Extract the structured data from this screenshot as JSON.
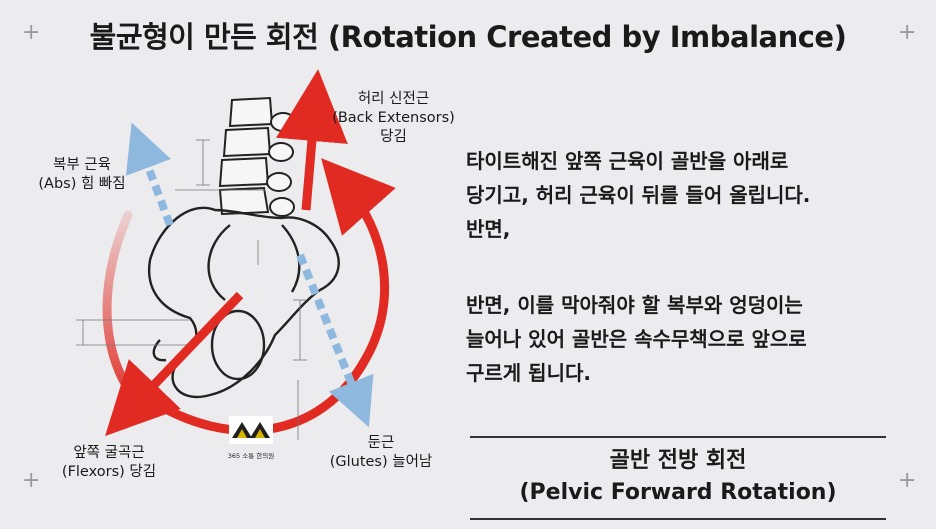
{
  "title": "불균형이 만든 회전 (Rotation Created by Imbalance)",
  "labels": {
    "back_extensors": [
      "허리 신전근",
      "(Back Extensors)",
      "당김"
    ],
    "abs": [
      "복부 근육",
      "(Abs) 힘 빠짐"
    ],
    "flexors": [
      "앞쪽 굴곡근",
      "(Flexors) 당김"
    ],
    "glutes": [
      "둔근",
      "(Glutes) 늘어남"
    ]
  },
  "paragraphs": {
    "p1": [
      "타이트해진 앞쪽 근육이 골반을 아래로",
      "당기고, 허리 근육이 뒤를 들어 올립니다.",
      "반면,"
    ],
    "p2": [
      "반면, 이를 막아줘야 할 복부와 엉덩이는",
      "늘어나 있어 골반은 속수무책으로 앞으로",
      "구르게 됩니다."
    ]
  },
  "subtitle": {
    "korean": "골반 전방 회전",
    "english": "(Pelvic Forward Rotation)"
  },
  "logo": {
    "text": "365 소통 한의원"
  },
  "colors": {
    "red_arrow": "#e02a22",
    "blue_arrow": "#8fb8df",
    "background": "#ececee"
  },
  "icons": {
    "crosshair": "+"
  }
}
